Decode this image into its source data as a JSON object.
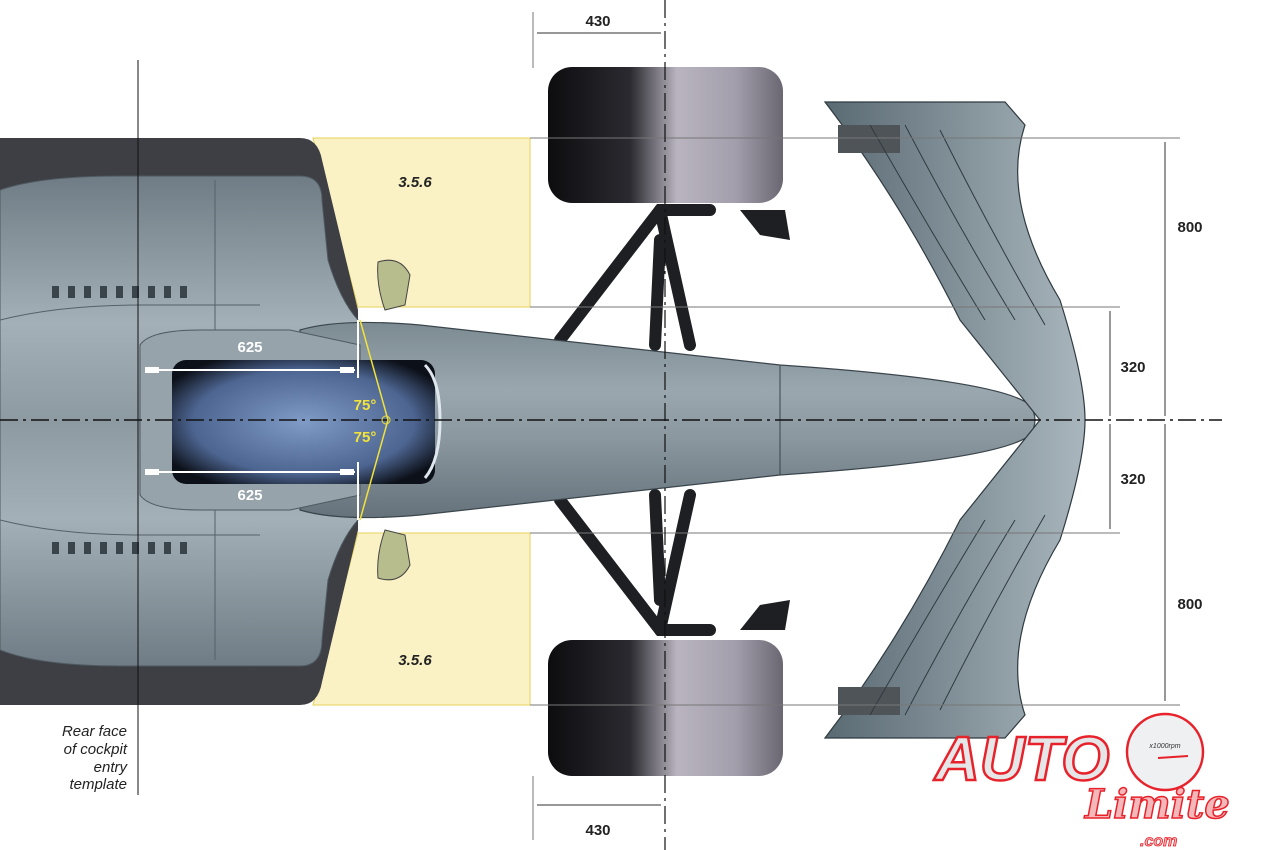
{
  "dimensions": {
    "top_width": "430",
    "bottom_width": "430",
    "upper_outer": "800",
    "upper_inner": "320",
    "lower_inner": "320",
    "lower_outer": "800",
    "cockpit_upper": "625",
    "cockpit_lower": "625",
    "angle_upper": "75°",
    "angle_lower": "75°"
  },
  "zones": {
    "upper": "3.5.6",
    "lower": "3.5.6"
  },
  "note": {
    "line1": "Rear face",
    "line2": "of cockpit",
    "line3": "entry",
    "line4": "template"
  },
  "logo": {
    "brand": "AUTO",
    "script": "Limite",
    "domain": ".com",
    "gauge_label": "x1000rpm"
  },
  "colors": {
    "body": "#8e9ba3",
    "zone": "#faf1c4",
    "accent": "#e8222a",
    "angle": "#f2e23a"
  }
}
